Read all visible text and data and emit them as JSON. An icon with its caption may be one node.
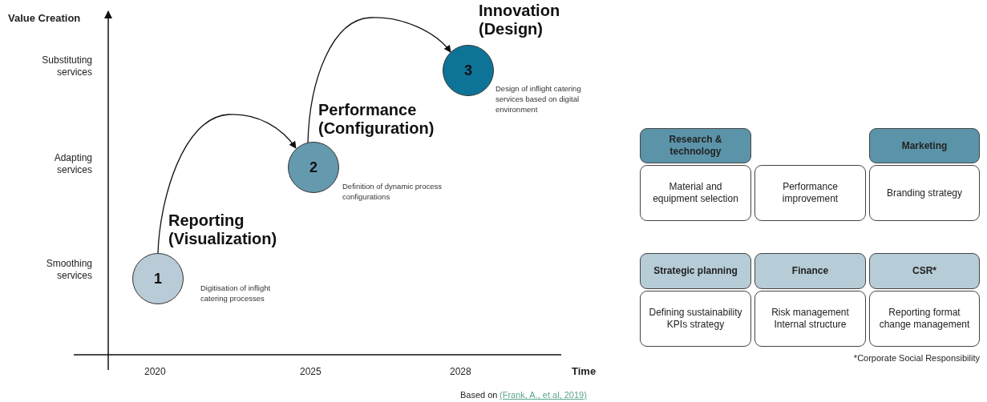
{
  "diagram": {
    "nodes": [
      {
        "text": [
          "Reporting (Visualization)",
          "1"
        ],
        "beside": [
          "Digitisation of inflight catering processes"
        ]
      },
      {
        "text": [
          "Performance (Configuration)",
          "2"
        ],
        "beside": [
          "Definition of dynamic process configurations"
        ]
      },
      {
        "text": [
          "Innovation (Design)",
          "3"
        ],
        "beside": [
          "Design of inflight catering services based on digital environment"
        ]
      },
      {
        "text": [
          "Research & technology"
        ]
      },
      {
        "text": [
          "Marketing"
        ]
      },
      {
        "text": [
          "Material and equipment selection"
        ]
      },
      {
        "text": [
          "Performance improvement"
        ]
      },
      {
        "text": [
          "Branding strategy"
        ]
      },
      {
        "text": [
          "Strategic planning"
        ]
      },
      {
        "text": [
          "Finance"
        ]
      },
      {
        "text": [
          "CSR*"
        ]
      },
      {
        "text": [
          "Defining sustainability KPIs strategy"
        ]
      },
      {
        "text": [
          "Risk management Internal structure"
        ]
      },
      {
        "text": [
          "Reporting format change management"
        ]
      }
    ],
    "edges": [
      {
        "from": 0,
        "to": 1,
        "arrow": "to"
      },
      {
        "from": 1,
        "to": 2,
        "arrow": "to"
      }
    ],
    "labels": [
      "Value Creation",
      "Substituting services",
      "Adapting services",
      "Smoothing services",
      "2020",
      "2025",
      "2028",
      "Time",
      "*Corporate Social Responsibility",
      "Based on",
      "(Frank, A., et al, 2019)"
    ]
  }
}
